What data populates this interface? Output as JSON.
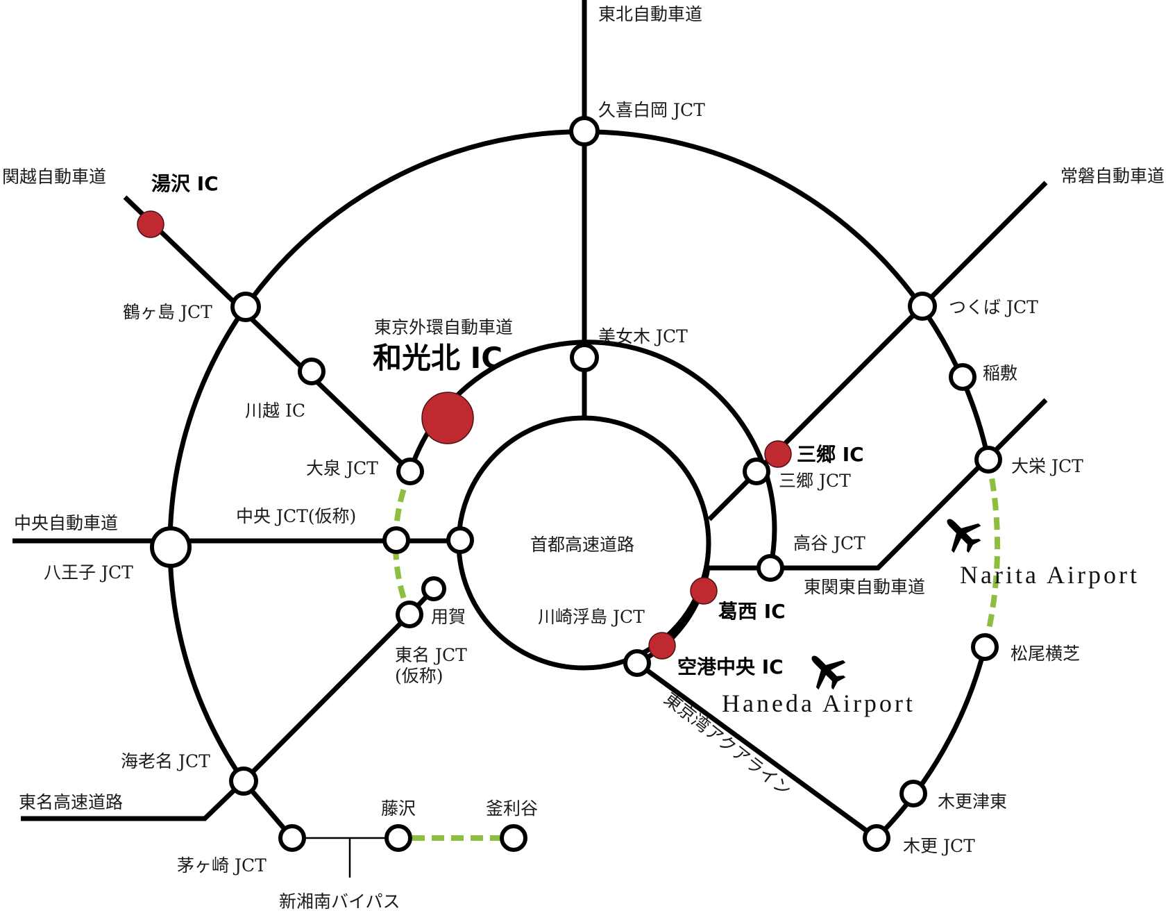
{
  "colors": {
    "ic_red": "#be2a30",
    "planned_green": "#8cbf3f",
    "line": "#000000"
  },
  "expressways": {
    "tohoku": "東北自動車道",
    "kanetsu": "関越自動車道",
    "joban": "常磐自動車道",
    "chuo": "中央自動車道",
    "tomei": "東名高速道路",
    "higashi_kanto": "東関東自動車道",
    "gaikan": "東京外環自動車道",
    "shuto": "首都高速道路",
    "aqualine": "東京湾アクアライン",
    "shin_shonan": "新湘南バイパス"
  },
  "junctions": {
    "kuki_shiraoka": "久喜白岡 JCT",
    "tsurugashima": "鶴ヶ島 JCT",
    "bijogi": "美女木 JCT",
    "tsukuba": "つくば JCT",
    "oizumi": "大泉 JCT",
    "misato": "三郷 JCT",
    "chuo": "中央 JCT(仮称)",
    "hachioji": "八王子 JCT",
    "koya": "高谷 JCT",
    "taiei": "大栄 JCT",
    "tomei_1": "東名 JCT",
    "tomei_2": "(仮称)",
    "kawasaki_ukishima": "川崎浮島 JCT",
    "ebina": "海老名 JCT",
    "chigasaki": "茅ヶ崎 JCT",
    "kisarazu": "木更 JCT"
  },
  "interchanges": {
    "kawagoe": "川越 IC",
    "inashiki": "稲敷",
    "yoga": "用賀",
    "matsuo_yokoshiba": "松尾横芝",
    "kisarazu_higashi": "木更津東",
    "fujisawa": "藤沢",
    "kamariya": "釜利谷"
  },
  "highlighted_ics": {
    "yuzawa": "湯沢 IC",
    "wakokita": "和光北 IC",
    "misato": "三郷 IC",
    "kasai": "葛西 IC",
    "kuko_chuo": "空港中央 IC"
  },
  "airports": {
    "narita": "Narita Airport",
    "haneda": "Haneda Airport",
    "icon": "airplane-icon"
  }
}
